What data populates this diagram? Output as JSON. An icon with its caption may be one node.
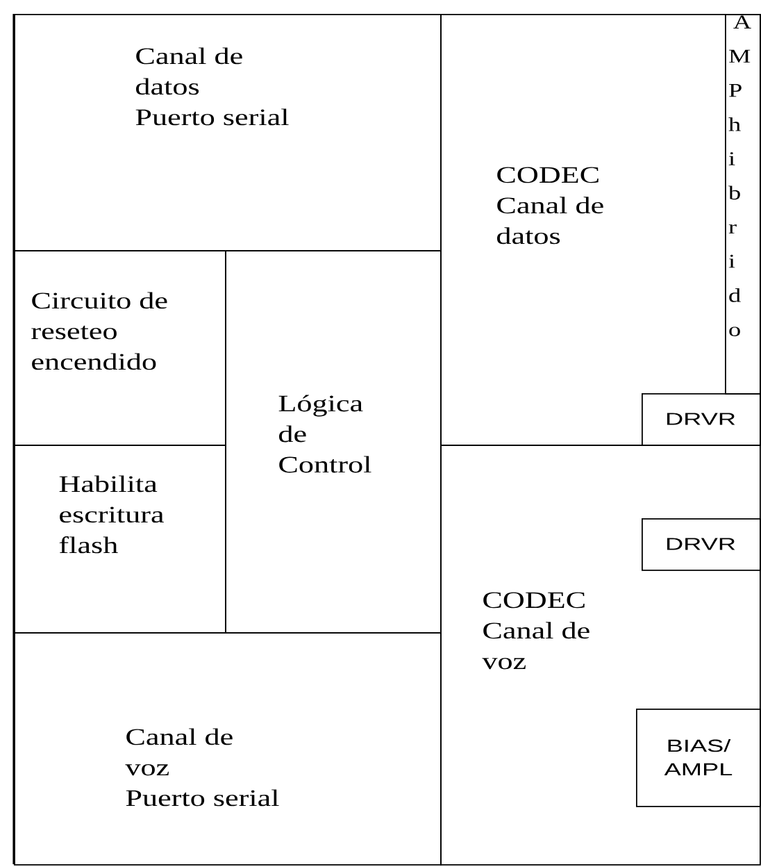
{
  "diagram": {
    "nodes": [
      {
        "text": [
          "Canal de datos",
          "Puerto serial"
        ]
      },
      {
        "text": [
          "CODEC",
          "Canal de datos"
        ]
      },
      {
        "text": [
          "AMP hibrido"
        ],
        "in": 1
      },
      {
        "text": [
          "DRVR"
        ],
        "in": 1
      },
      {
        "text": [
          "Circuito de reseteo encendido"
        ]
      },
      {
        "text": [
          "Lógica de Control"
        ]
      },
      {
        "text": [
          "Habilita escritura flash"
        ]
      },
      {
        "text": [
          "CODEC",
          "Canal de voz"
        ]
      },
      {
        "text": [
          "DRVR"
        ],
        "in": 7
      },
      {
        "text": [
          "BIAS/ AMPL"
        ],
        "in": 7
      },
      {
        "text": [
          "Canal de voz",
          "Puerto serial"
        ]
      }
    ],
    "edges": []
  }
}
